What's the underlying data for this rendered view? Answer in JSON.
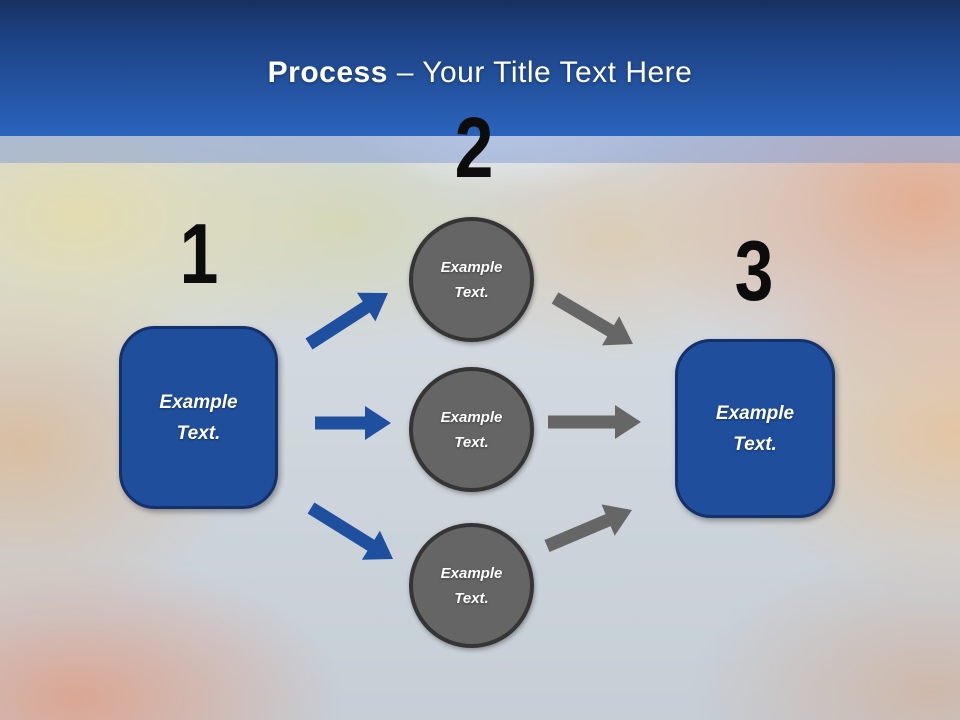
{
  "slide": {
    "title_bold": "Process",
    "title_rest": " – Your Title Text Here"
  },
  "steps": [
    {
      "number": "1",
      "label": "Example Text."
    },
    {
      "number": "2",
      "items": [
        "Example Text.",
        "Example Text.",
        "Example Text."
      ]
    },
    {
      "number": "3",
      "label": "Example Text."
    }
  ],
  "colors": {
    "header_gradient_top": "#16305f",
    "header_gradient_bottom": "#2a64bd",
    "title_text": "#ffffff",
    "box_blue": "#1f4e9c",
    "box_border": "#14316b",
    "circle_gray": "#656565",
    "circle_border": "#353535",
    "arrow_blue": "#1f4f9f",
    "arrow_gray": "#666666",
    "number_black": "#0c0c0c",
    "band_overlay": "rgba(136,160,214,0.55)"
  }
}
